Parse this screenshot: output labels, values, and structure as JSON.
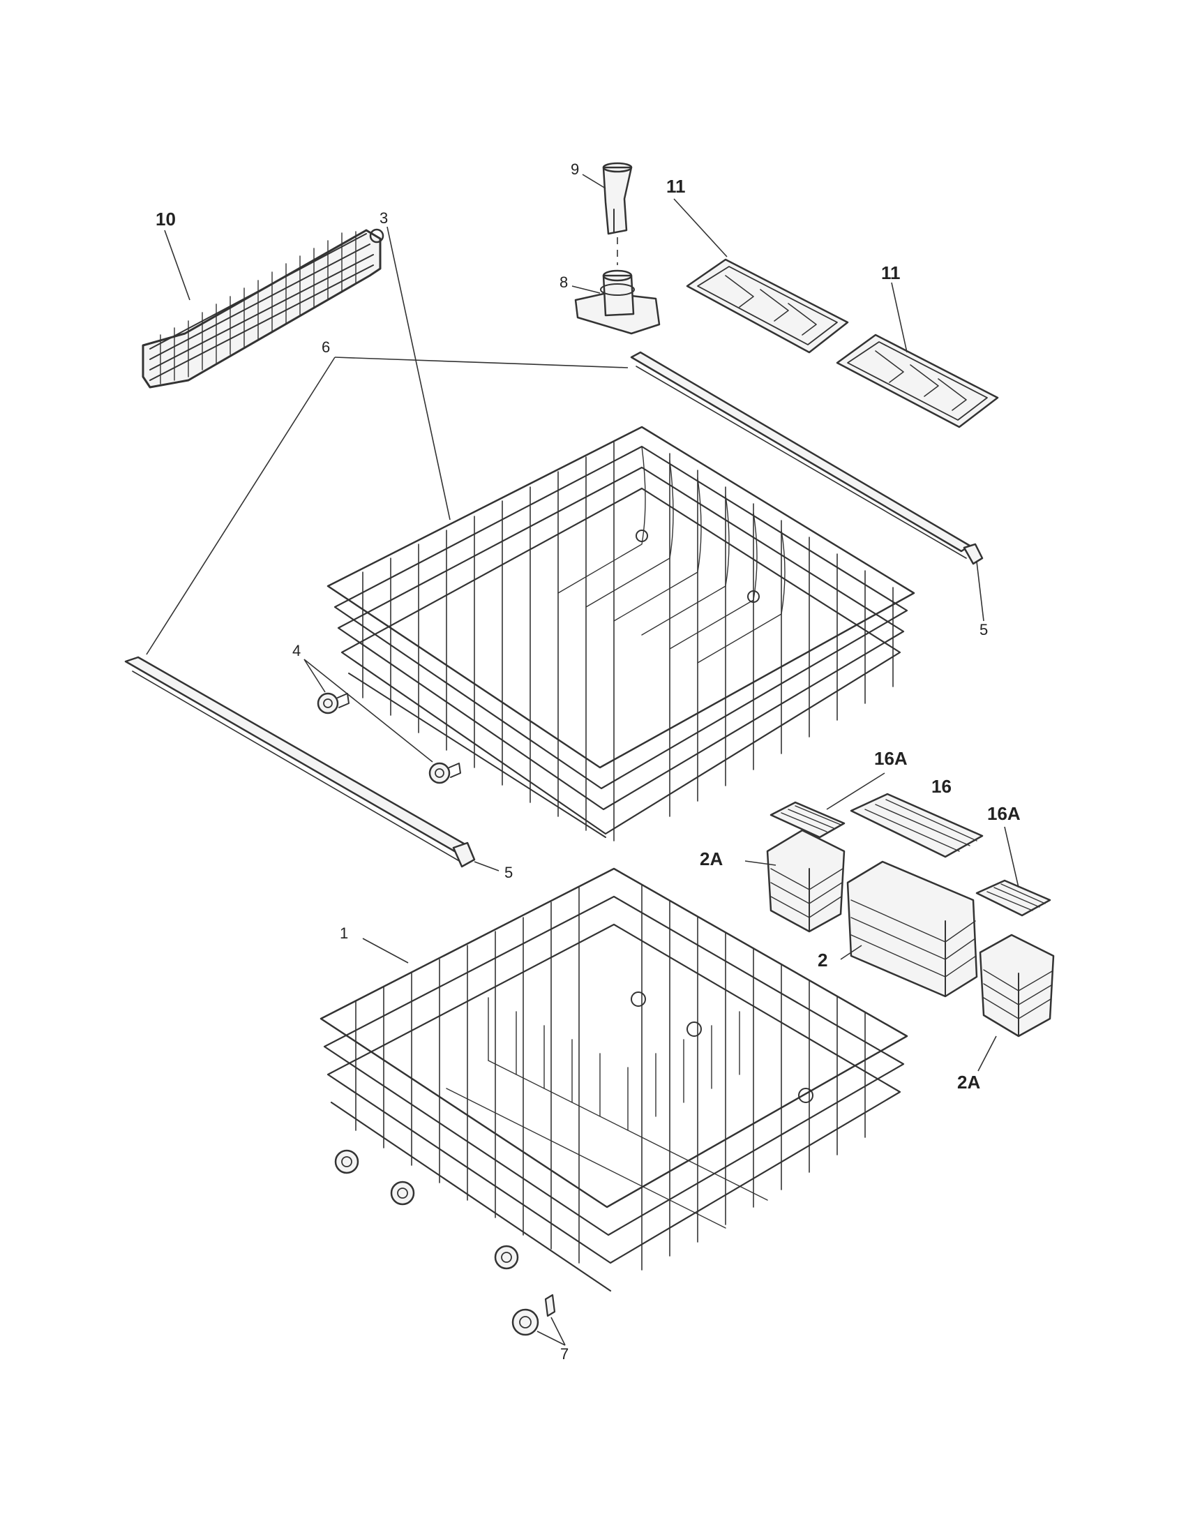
{
  "diagram": {
    "labels": {
      "l1": "1",
      "l2": "2",
      "l2A_left": "2A",
      "l2A_right": "2A",
      "l3": "3",
      "l4": "4",
      "l5_top": "5",
      "l5_bottom": "5",
      "l6": "6",
      "l7": "7",
      "l8": "8",
      "l9": "9",
      "l10": "10",
      "l11_left": "11",
      "l11_right": "11",
      "l16": "16",
      "l16A_left": "16A",
      "l16A_right": "16A"
    }
  }
}
